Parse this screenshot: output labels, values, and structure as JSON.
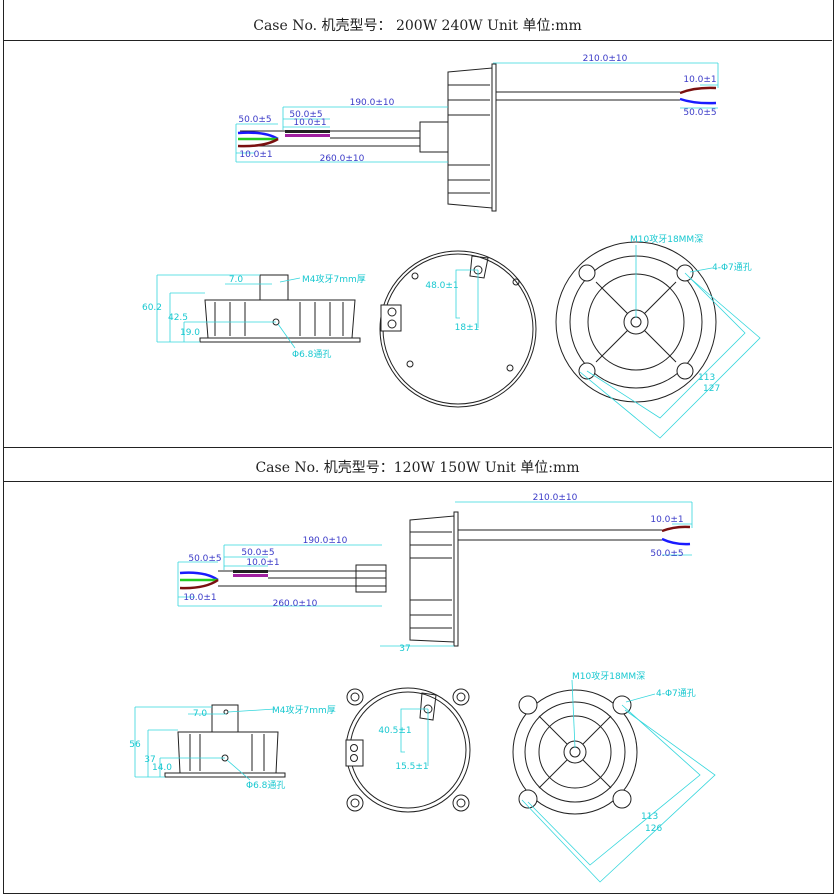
{
  "sections": [
    {
      "header": "Case No. 机壳型号：  200W 240W   Unit 单位:mm",
      "side_view": {
        "right_cable_length": "210.0±10",
        "right_strip": "10.0±1",
        "right_split": "50.0±5",
        "left_cable_length": "190.0±10",
        "left_split_top": "50.0±5",
        "left_strip_top": "10.0±1",
        "left_split": "50.0±5",
        "left_strip": "10.0±1",
        "total_length": "260.0±10"
      },
      "profile_view": {
        "height_total": "60.2",
        "height_body": "42.5",
        "hole_height": "19.0",
        "tab_width": "7.0",
        "tab_note": "M4攻牙7mm厚",
        "hole_note": "Φ6.8通孔"
      },
      "top_view": {
        "offset_v": "48.0±1",
        "offset_h": "18±1"
      },
      "bottom_view": {
        "center_note": "M10攻牙18MM深",
        "holes_note": "4-Φ7通孔",
        "inner_dim": "113",
        "outer_dim": "127"
      }
    },
    {
      "header": "Case No. 机壳型号：120W 150W   Unit 单位:mm",
      "side_view": {
        "right_cable_length": "210.0±10",
        "right_strip": "10.0±1",
        "right_split": "50.0±5",
        "left_cable_length": "190.0±10",
        "left_split_top": "50.0±5",
        "left_strip_top": "10.0±1",
        "left_split": "50.0±5",
        "left_strip": "10.0±1",
        "total_length": "260.0±10",
        "body_depth": "37"
      },
      "profile_view": {
        "height_total": "56",
        "height_body": "37",
        "hole_height": "14.0",
        "tab_width": "7.0",
        "tab_note": "M4攻牙7mm厚",
        "hole_note": "Φ6.8通孔"
      },
      "top_view": {
        "offset_v": "40.5±1",
        "offset_h": "15.5±1"
      },
      "bottom_view": {
        "center_note": "M10攻牙18MM深",
        "holes_note": "4-Φ7通孔",
        "inner_dim": "113",
        "outer_dim": "126"
      }
    }
  ],
  "colors": {
    "dimension_line": "#33d6dc",
    "dimension_text": "#3b3bc8",
    "wire_blue": "#1a1aff",
    "wire_brown": "#7a1010",
    "wire_green": "#22cc22",
    "wire_purple": "#a020a0"
  }
}
